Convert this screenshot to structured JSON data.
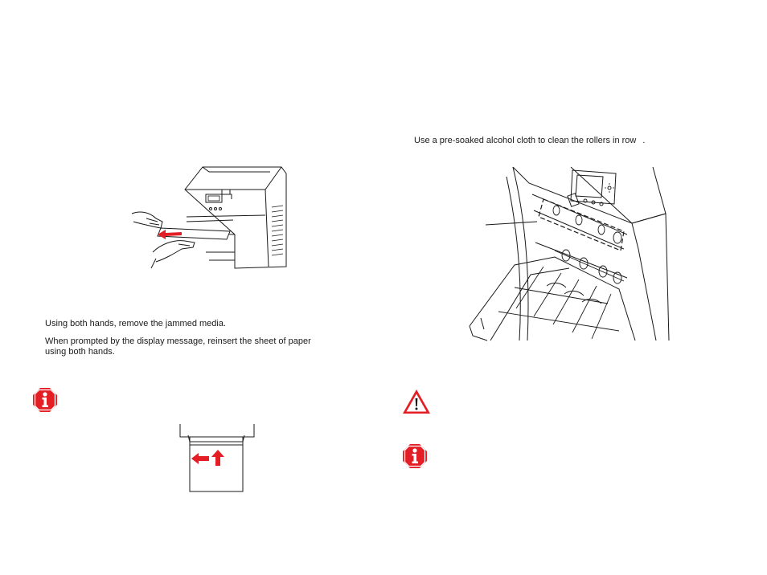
{
  "left_column": {
    "steps": [
      {
        "text": "Using both hands, remove the jammed media."
      },
      {
        "lines": [
          "When prompted by the display message, reinsert the sheet of paper",
          "using both hands."
        ]
      }
    ],
    "figures": {
      "remove_media": "printer-remove-jammed-media-illustration",
      "reinsert_paper": "paper-reinsert-direction-diagram"
    },
    "note_icon": "info-icon"
  },
  "right_column": {
    "step": {
      "text_before": "Use a pre-soaked alcohol cloth to clean the rollers in row",
      "text_after": "."
    },
    "figure": "printer-open-door-rollers-illustration",
    "caution_icon": "warning-triangle-icon",
    "note_icon": "info-icon"
  },
  "colors": {
    "accent_red": "#e31e24",
    "line_art": "#1a1a1a",
    "background": "#ffffff"
  }
}
